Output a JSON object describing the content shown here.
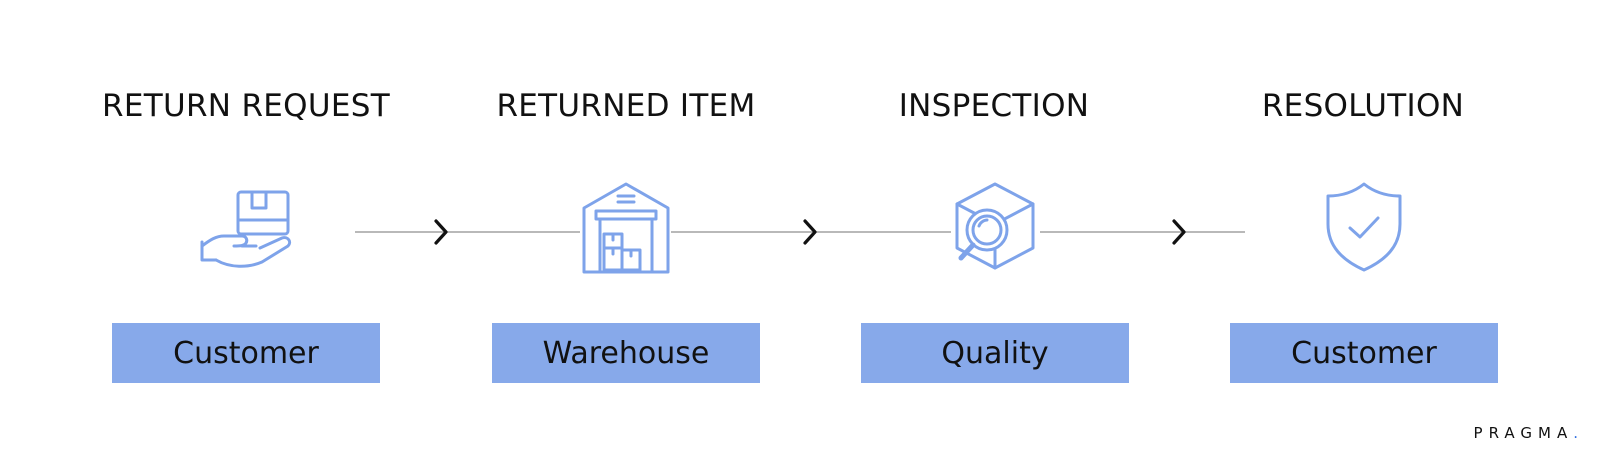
{
  "accent_color": "#87a9ea",
  "icon_color": "#7ea3ea",
  "brand_dot_color": "#2f6fe0",
  "steps": [
    {
      "title": "RETURN REQUEST",
      "role": "Customer",
      "icon": "hand-with-box-icon"
    },
    {
      "title": "RETURNED ITEM",
      "role": "Warehouse",
      "icon": "warehouse-icon"
    },
    {
      "title": "INSPECTION",
      "role": "Quality",
      "icon": "box-magnifier-icon"
    },
    {
      "title": "RESOLUTION",
      "role": "Customer",
      "icon": "shield-check-icon"
    }
  ],
  "brand": {
    "name": "PRAGMA",
    "dot": "."
  }
}
